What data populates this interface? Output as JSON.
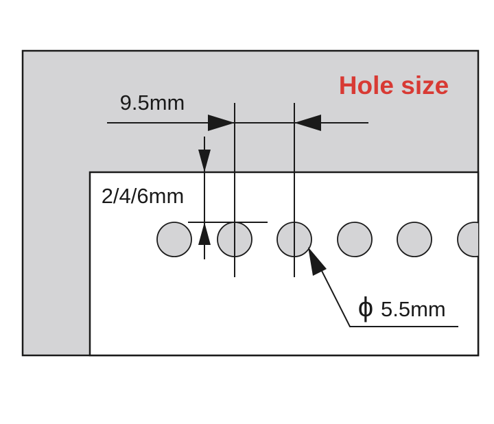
{
  "title": "Hole size",
  "colors": {
    "title": "#d83a34",
    "outer_panel": "#d4d4d6",
    "inner_paper": "#ffffff",
    "hole_fill": "#d4d4d6",
    "line": "#1a1a1a"
  },
  "dimensions": {
    "pitch": "9.5mm",
    "margin": "2/4/6mm",
    "diameter_symbol": "ϕ",
    "diameter": "5.5mm"
  },
  "holes": {
    "visible_count": 6
  }
}
